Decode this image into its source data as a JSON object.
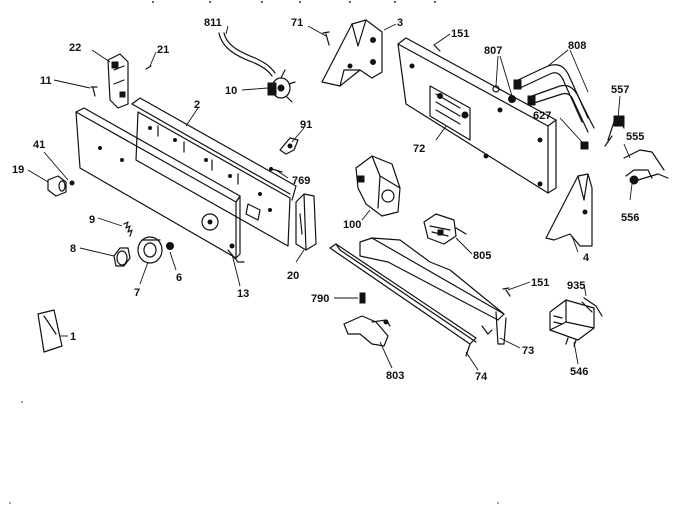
{
  "diagram": {
    "callouts": [
      {
        "id": "c-811",
        "text": "811"
      },
      {
        "id": "c-71",
        "text": "71"
      },
      {
        "id": "c-3",
        "text": "3"
      },
      {
        "id": "c-151a",
        "text": "151"
      },
      {
        "id": "c-807",
        "text": "807"
      },
      {
        "id": "c-808",
        "text": "808"
      },
      {
        "id": "c-22",
        "text": "22"
      },
      {
        "id": "c-21",
        "text": "21"
      },
      {
        "id": "c-11",
        "text": "11"
      },
      {
        "id": "c-10",
        "text": "10"
      },
      {
        "id": "c-2",
        "text": "2"
      },
      {
        "id": "c-557",
        "text": "557"
      },
      {
        "id": "c-627",
        "text": "627"
      },
      {
        "id": "c-555",
        "text": "555"
      },
      {
        "id": "c-91",
        "text": "91"
      },
      {
        "id": "c-72",
        "text": "72"
      },
      {
        "id": "c-41",
        "text": "41"
      },
      {
        "id": "c-19",
        "text": "19"
      },
      {
        "id": "c-769",
        "text": "769"
      },
      {
        "id": "c-556",
        "text": "556"
      },
      {
        "id": "c-100",
        "text": "100"
      },
      {
        "id": "c-9",
        "text": "9"
      },
      {
        "id": "c-805",
        "text": "805"
      },
      {
        "id": "c-4",
        "text": "4"
      },
      {
        "id": "c-8a",
        "text": "8"
      },
      {
        "id": "c-6",
        "text": "6"
      },
      {
        "id": "c-20",
        "text": "20"
      },
      {
        "id": "c-7",
        "text": "7"
      },
      {
        "id": "c-13",
        "text": "13"
      },
      {
        "id": "c-151b",
        "text": "151"
      },
      {
        "id": "c-935",
        "text": "935"
      },
      {
        "id": "c-790",
        "text": "790"
      },
      {
        "id": "c-1",
        "text": "1"
      },
      {
        "id": "c-73",
        "text": "73"
      },
      {
        "id": "c-546",
        "text": "546"
      },
      {
        "id": "c-803",
        "text": "803"
      },
      {
        "id": "c-74",
        "text": "74"
      }
    ]
  }
}
